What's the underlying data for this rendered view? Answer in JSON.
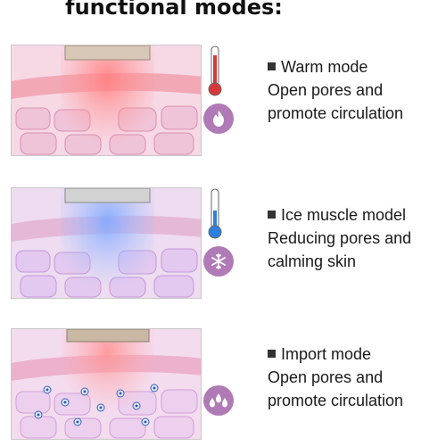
{
  "title": "functional modes:",
  "modes": [
    {
      "name": "Warm mode",
      "line2": "Open pores and",
      "line3": "promote circulation",
      "thermometer_color": "#d8373a",
      "badge_icon": "flame-icon",
      "badge_color": "#b07ab6"
    },
    {
      "name": "Ice muscle model",
      "line2": "Reducing pores and",
      "line3": "calming skin",
      "thermometer_color": "#2f7fe0",
      "badge_icon": "snowflake-icon",
      "badge_color": "#b07ab6"
    },
    {
      "name": "Import mode",
      "line2": "Open pores and",
      "line3": "promote circulation",
      "badge_icon": "droplets-icon",
      "badge_color": "#b07ab6"
    }
  ]
}
